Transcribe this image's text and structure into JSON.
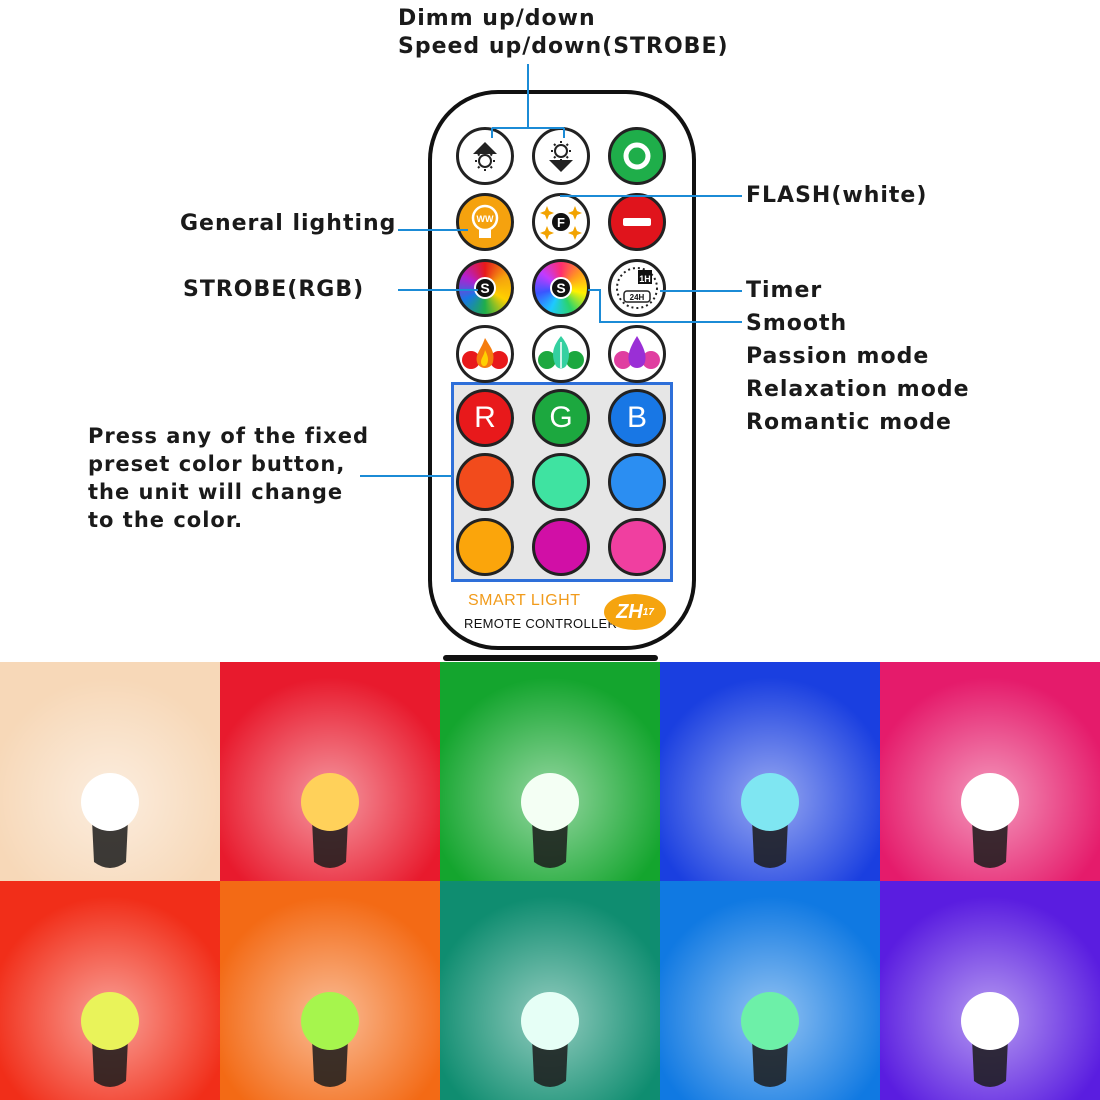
{
  "labels": {
    "dimm": "Dimm up/down",
    "speed": "Speed up/down(STROBE)",
    "flash": "FLASH(white)",
    "general": "General lighting",
    "strobe_rgb": "STROBE(RGB)",
    "timer": "Timer",
    "smooth": "Smooth",
    "passion": "Passion mode",
    "relaxation": "Relaxation mode",
    "romantic": "Romantic mode",
    "preset_note": "Press any of the fixed\npreset color button,\nthe unit will change\nto the color."
  },
  "remote": {
    "brand_line1": "SMART LIGHT",
    "brand_line2": "REMOTE CONTROLLER",
    "badge_main": "ZH",
    "badge_sup": "17",
    "buttons": {
      "dim_up": {
        "icon": "brightness-up-icon"
      },
      "dim_down": {
        "icon": "brightness-down-icon"
      },
      "power_on": {
        "icon": "power-on-icon",
        "color": "#1fae4a"
      },
      "warm_white": {
        "text": "WW",
        "color": "#f5a20e"
      },
      "flash": {
        "text": "F",
        "icon": "flash-icon"
      },
      "power_off": {
        "icon": "power-off-icon",
        "color": "#e0141c"
      },
      "strobe": {
        "text": "S"
      },
      "smooth": {
        "text": "S"
      },
      "timer": {
        "text_top": "1H",
        "text_bottom": "24H"
      },
      "passion": {
        "icon": "fire-icon"
      },
      "relaxation": {
        "icon": "leaf-icon"
      },
      "romantic": {
        "icon": "drop-icon"
      },
      "red": {
        "text": "R",
        "color": "#e8191b"
      },
      "green": {
        "text": "G",
        "color": "#1ca83f"
      },
      "blue": {
        "text": "B",
        "color": "#1877e5"
      },
      "orange_red": {
        "color": "#f24b1c"
      },
      "mint": {
        "color": "#3fe3a1"
      },
      "sky_blue": {
        "color": "#2b8ef2"
      },
      "amber": {
        "color": "#fba50b"
      },
      "magenta": {
        "color": "#d10fa6"
      },
      "pink": {
        "color": "#f03fa0"
      }
    }
  },
  "photos": [
    {
      "bg": "#f7d8b8",
      "bulb": "#ffffff"
    },
    {
      "bg": "#e81a2d",
      "bulb": "#ffd15a"
    },
    {
      "bg": "#14a52e",
      "bulb": "#f4fff4"
    },
    {
      "bg": "#1a3fe0",
      "bulb": "#7fe6f2"
    },
    {
      "bg": "#e51b6b",
      "bulb": "#ffffff"
    },
    {
      "bg": "#f12e19",
      "bulb": "#e9f35a"
    },
    {
      "bg": "#f36a15",
      "bulb": "#a6f54d"
    },
    {
      "bg": "#0f8d70",
      "bulb": "#e6fff6"
    },
    {
      "bg": "#1079e2",
      "bulb": "#6df0a8"
    },
    {
      "bg": "#5a1de0",
      "bulb": "#ffffff"
    }
  ]
}
